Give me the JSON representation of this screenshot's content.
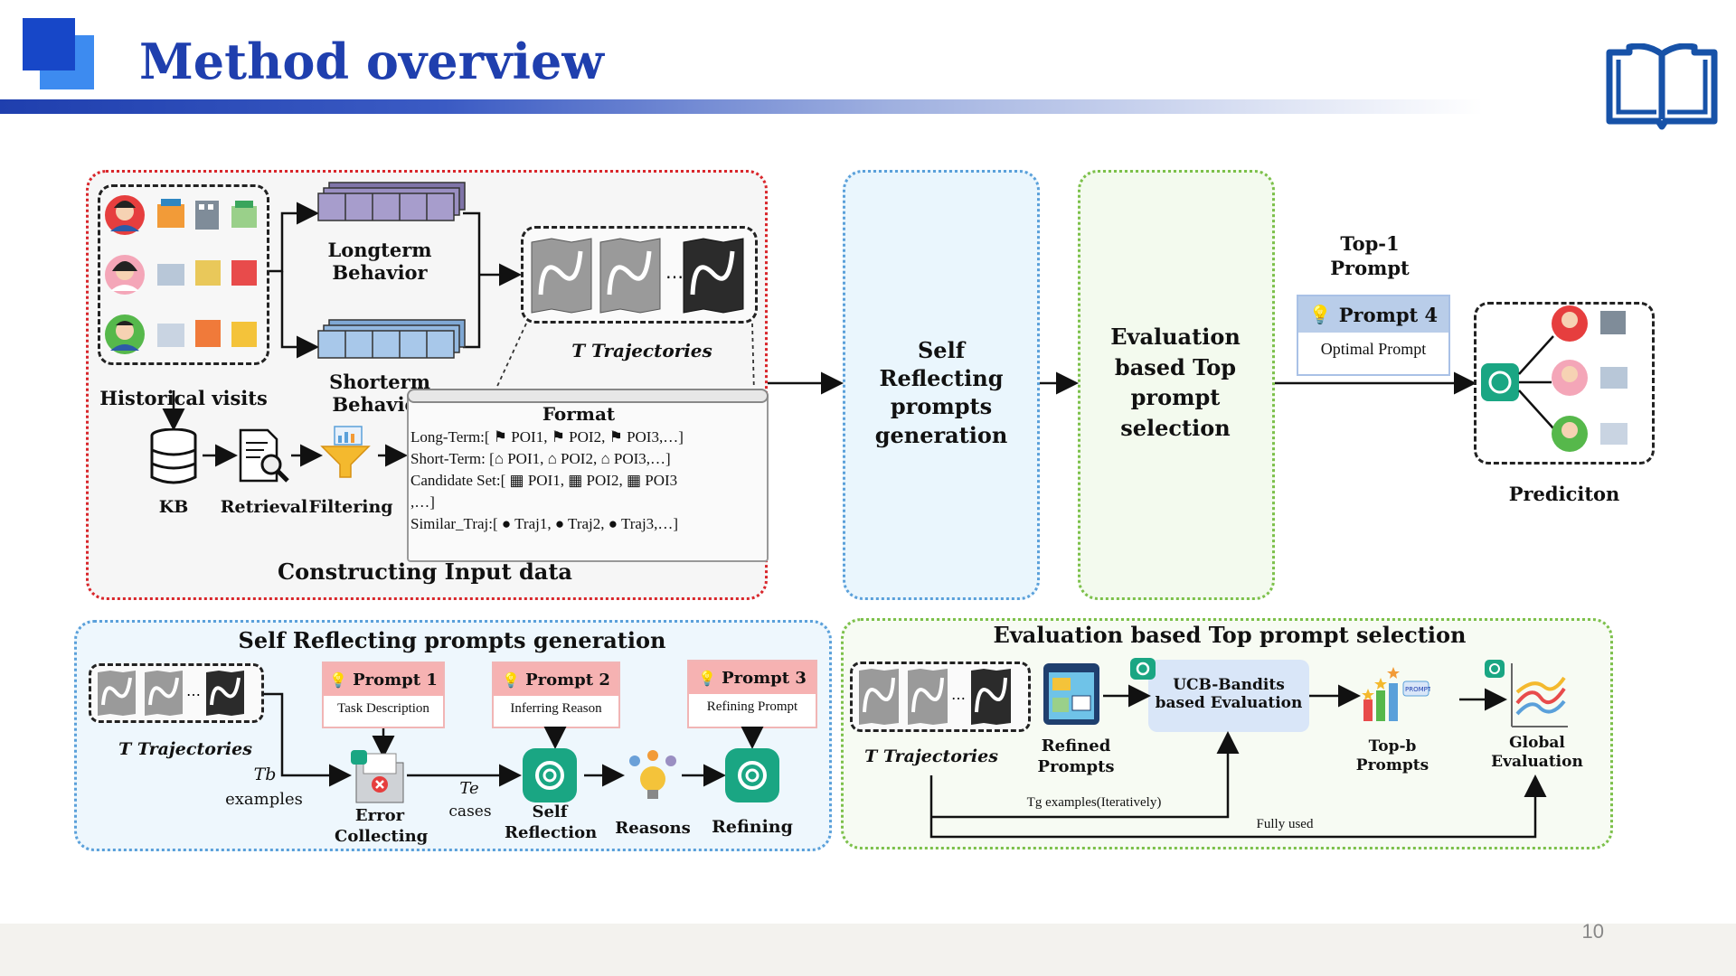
{
  "slide": {
    "title": "Method overview",
    "page_number": "10"
  },
  "top": {
    "historical_visits": "Historical visits",
    "longterm": "Longterm Behavior",
    "shortterm": "Shorterm Behavior",
    "t_trajectories": "T Trajectories",
    "kb": "KB",
    "retrieval": "Retrieval",
    "filtering": "Filtering",
    "format_title": "Format",
    "format_lines": [
      "Long-Term:[ ⚑ POI1, ⚑ POI2, ⚑ POI3,…]",
      "Short-Term: [⌂ POI1, ⌂ POI2, ⌂ POI3,…]",
      "Candidate Set:[ ▦ POI1, ▦ POI2, ▦ POI3",
      ",…]",
      "Similar_Traj:[ ● Traj1, ● Traj2, ● Traj3,…]"
    ],
    "constructing": "Constructing Input data",
    "srpg": "Self Reflecting prompts generation",
    "ebtps": "Evaluation based Top prompt selection",
    "top1": "Top-1 Prompt",
    "prompt4": "Prompt 4",
    "optimal_prompt": "Optimal Prompt",
    "prediction": "Prediciton"
  },
  "bottom_left": {
    "title": "Self Reflecting prompts generation",
    "t_trajectories": "T Trajectories",
    "tb": "Tb",
    "examples": "examples",
    "te": "Te",
    "cases": "cases",
    "prompt1": "Prompt 1",
    "prompt1_desc": "Task Description",
    "prompt2": "Prompt 2",
    "prompt2_desc": "Inferring Reason",
    "prompt3": "Prompt 3",
    "prompt3_desc": "Refining Prompt",
    "error_collecting": "Error Collecting",
    "self_reflection": "Self Reflection",
    "reasons": "Reasons",
    "refining": "Refining"
  },
  "bottom_right": {
    "title": "Evaluation based Top prompt selection",
    "t_trajectories": "T Trajectories",
    "refined_prompts": "Refined Prompts",
    "ucb": "UCB-Bandits based Evaluation",
    "topb": "Top-b Prompts",
    "prompt_tag": "PROMPT",
    "global_eval": "Global Evaluation",
    "tg_examples": "Tg examples(Iteratively)",
    "fully_used": "Fully used"
  },
  "colors": {
    "title_blue": "#1f3fae",
    "red_dash": "#d9262b",
    "blue_dash": "#5aa0da",
    "green_dash": "#7cc04a",
    "openai_green": "#1aa683",
    "prompt_pink": "#f6b2b2"
  }
}
